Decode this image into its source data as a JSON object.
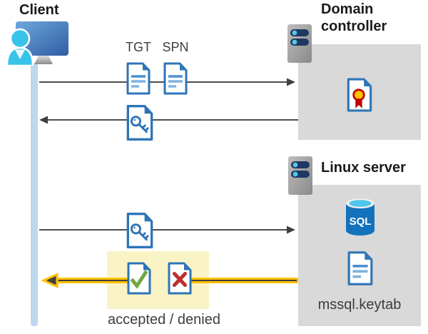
{
  "client": {
    "label": "Client"
  },
  "domain_controller": {
    "title": "Domain controller"
  },
  "linux_server": {
    "title": "Linux server",
    "sql_icon_text": "SQL",
    "keytab_filename": "mssql.keytab"
  },
  "labels": {
    "tgt": "TGT",
    "spn": "SPN",
    "result": "accepted / denied"
  },
  "icons": {
    "client": "person-at-monitor-icon",
    "domain_controller": "server-icon",
    "linux_server": "server-icon",
    "tgt": "document-icon",
    "spn": "document-icon",
    "tgt_ticket": "key-document-icon",
    "service_ticket": "key-document-icon",
    "certificate": "certificate-document-icon",
    "sql": "sql-database-icon",
    "keytab": "document-icon",
    "accepted": "check-document-icon",
    "denied": "cross-document-icon"
  },
  "colors": {
    "doc_border_blue": "#2e75b6",
    "doc_line_blue": "#4a8fd3",
    "doc_line_light_blue": "#7fb2e0",
    "person_cyan": "#38c3eb",
    "box_gray": "#d9d9d9",
    "highlight_yellow_bg": "#faf3c5",
    "arrow_yellow": "#ffc000",
    "arrow_gray": "#404040",
    "check_green": "#6fa743",
    "cross_red": "#be2e2d",
    "sql_blue": "#1272bc",
    "sql_top_cyan": "#4dc7ea",
    "server_bar_navy": "#1f3864",
    "lifeline_blue": "#bdd7ee",
    "cert_gold": "#ffc000",
    "cert_red": "#c00000"
  }
}
